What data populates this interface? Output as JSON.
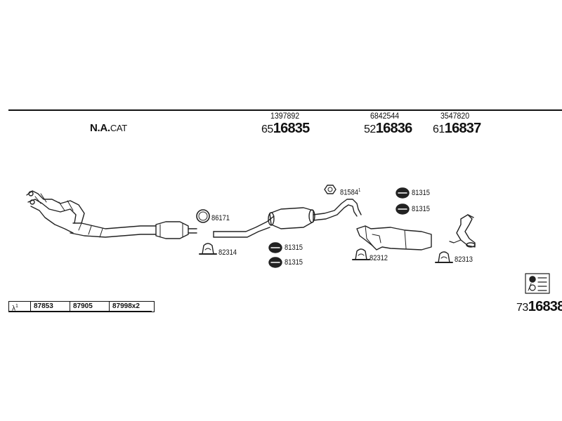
{
  "header": {
    "variant_main": "N.A.",
    "variant_sub": "CAT"
  },
  "columns": [
    {
      "oem_no": "1397892",
      "part_prefix": "65",
      "part_main": "16835"
    },
    {
      "oem_no": "6842544",
      "part_prefix": "52",
      "part_main": "16836"
    },
    {
      "oem_no": "3547820",
      "part_prefix": "61",
      "part_main": "16837"
    }
  ],
  "parts": {
    "ring_top": "86171",
    "clamp_left": "82314",
    "rubber_mount_mid_1": "81315",
    "rubber_mount_mid_2": "81315",
    "gasket_top": "81584",
    "gasket_top_sup": "1",
    "rubber_mount_right_1": "81315",
    "rubber_mount_right_2": "81315",
    "clamp_mid": "82312",
    "clamp_right": "82313"
  },
  "legend": {
    "lambda_symbol": "λ",
    "lambda_sup": "1",
    "items": [
      "87853",
      "87905",
      "87998x2"
    ]
  },
  "kit": {
    "prefix": "73",
    "main": "16838"
  }
}
